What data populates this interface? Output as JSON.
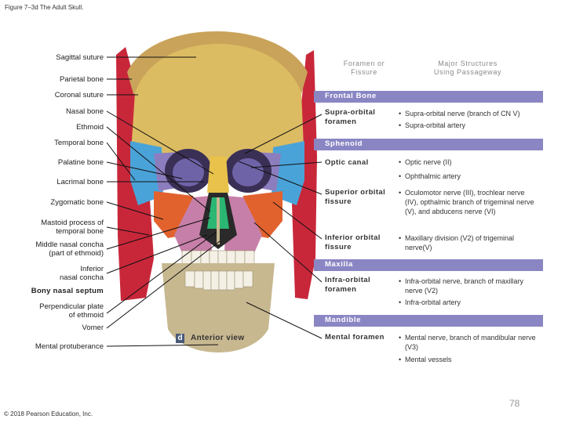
{
  "figure_title": "Figure 7–3d The Adult Skull.",
  "left_labels": [
    {
      "text": "Sagittal suture",
      "bold": false
    },
    {
      "text": "Parietal bone",
      "bold": false
    },
    {
      "text": "Coronal suture",
      "bold": false
    },
    {
      "text": "Nasal bone",
      "bold": false
    },
    {
      "text": "Ethmoid",
      "bold": false
    },
    {
      "text": "Temporal bone",
      "bold": false
    },
    {
      "text": "Palatine bone",
      "bold": false
    },
    {
      "text": "Lacrimal bone",
      "bold": false
    },
    {
      "text": "Zygomatic bone",
      "bold": false
    },
    {
      "text": "Mastoid process of\ntemporal bone",
      "bold": false
    },
    {
      "text": "Middle nasal concha\n(part of ethmoid)",
      "bold": false
    },
    {
      "text": "Inferior\nnasal concha",
      "bold": false
    },
    {
      "text": "Bony nasal septum",
      "bold": true
    },
    {
      "text": "Perpendicular plate\nof ethmoid",
      "bold": false
    },
    {
      "text": "Vomer",
      "bold": false
    },
    {
      "text": "Mental protuberance",
      "bold": false
    }
  ],
  "view_letter": "d",
  "view_label": "Anterior view",
  "table": {
    "col1_header": "Foramen or\nFissure",
    "col2_header": "Major Structures\nUsing Passageway",
    "bones": [
      {
        "name": "Frontal Bone",
        "openings": [
          {
            "name": "Supra-orbital\nforamen",
            "structures": [
              "Supra-orbital nerve (branch of CN V)",
              "Supra-orbital artery"
            ]
          }
        ]
      },
      {
        "name": "Sphenoid",
        "openings": [
          {
            "name": "Optic canal",
            "structures": [
              "Optic nerve (II)",
              "Ophthalmic artery"
            ]
          },
          {
            "name": "Superior orbital\nfissure",
            "structures": [
              "Oculomotor nerve (III), trochlear nerve (IV), opthalmic branch of trigeminal nerve (V), and abducens nerve (VI)"
            ]
          },
          {
            "name": "Inferior orbital\nfissure",
            "structures": [
              "Maxillary division (V2) of trigeminal nerve(V)"
            ]
          }
        ]
      },
      {
        "name": "Maxilla",
        "openings": [
          {
            "name": "Infra-orbital\nforamen",
            "structures": [
              "Infra-orbital nerve, branch of maxillary nerve (V2)",
              "Infra-orbital artery"
            ]
          }
        ]
      },
      {
        "name": "Mandible",
        "openings": [
          {
            "name": "Mental foramen",
            "structures": [
              "Mental nerve, branch of mandibular nerve (V3)",
              "Mental vessels"
            ]
          }
        ]
      }
    ]
  },
  "page_number": "78",
  "copyright": "© 2018 Pearson Education, Inc.",
  "colors": {
    "band": "#8a86c4",
    "frontal": "#d9b85a",
    "parietal": "#c9a35a",
    "temporal": "#4aa3d8",
    "sphenoid": "#8c7dbe",
    "zygomatic": "#e2622e",
    "maxilla": "#c67fa8",
    "nasal": "#e8c24a",
    "ethmoid": "#2bb673",
    "mandible": "#c8b890",
    "muscle": "#c8273a",
    "teeth": "#f4f0e6"
  }
}
